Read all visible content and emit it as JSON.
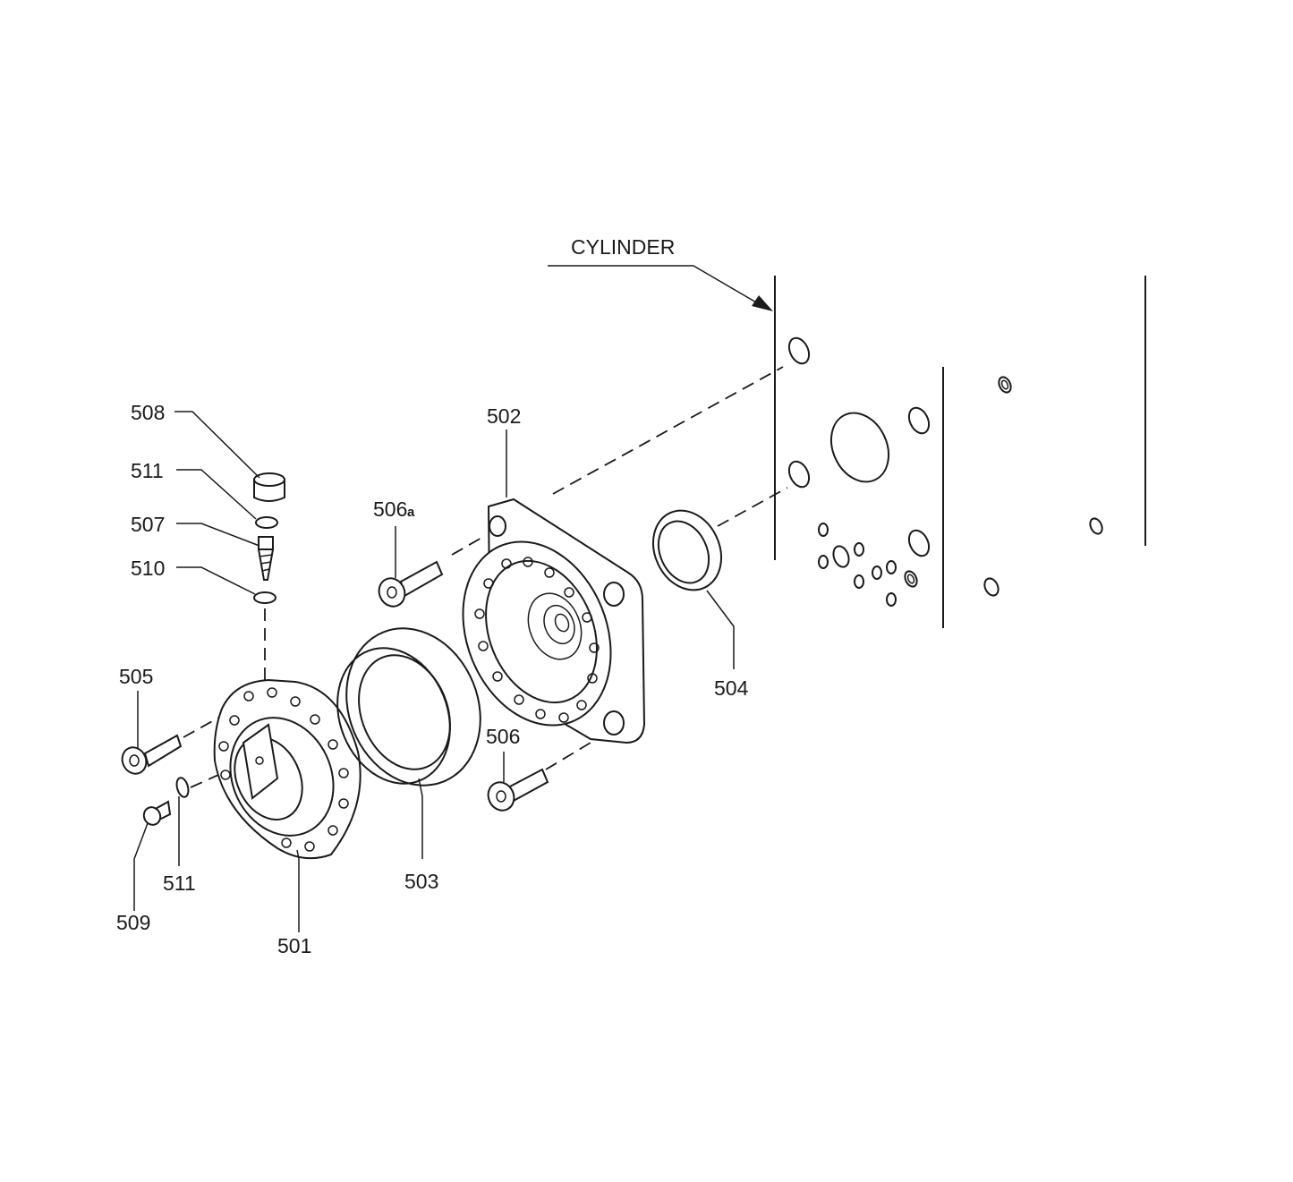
{
  "diagram": {
    "callout": "CYLINDER",
    "parts": {
      "p501": "501",
      "p502": "502",
      "p503": "503",
      "p504": "504",
      "p505": "505",
      "p506": "506",
      "p506a_num": "506",
      "p506a_sub": "a",
      "p507": "507",
      "p508": "508",
      "p509": "509",
      "p510": "510",
      "p511_top": "511",
      "p511_bottom": "511"
    },
    "line_color": "#1a1a1a",
    "background": "#ffffff"
  }
}
